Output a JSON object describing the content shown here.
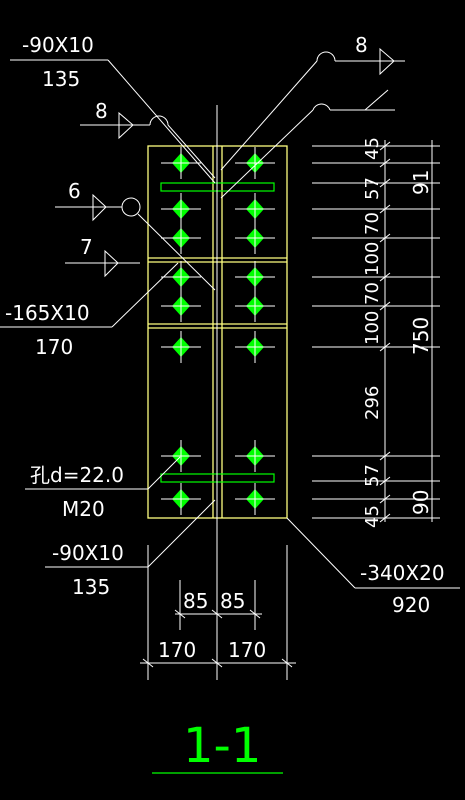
{
  "plate_labels": {
    "top_left_size": "-90X10",
    "top_left_len": "135",
    "mid_left_size": "-165X10",
    "mid_left_len": "170",
    "bottom_left_size": "-90X10",
    "bottom_left_len": "135",
    "bottom_right_size": "-340X20",
    "bottom_right_len": "920"
  },
  "hole_labels": {
    "hole": "孔d=22.0",
    "bolt": "M20"
  },
  "weld_marks": {
    "top_right": "8",
    "top_left": "8",
    "left_6": "6",
    "left_7": "7"
  },
  "right_dims": [
    "45",
    "57",
    "70",
    "100",
    "70",
    "100",
    "296",
    "57",
    "45"
  ],
  "right_overall": {
    "top": "91",
    "total": "750",
    "bottom": "90"
  },
  "bottom_dims": {
    "inner_left": "85",
    "inner_right": "85",
    "outer_left": "170",
    "outer_right": "170"
  },
  "section_title": "1-1",
  "colors": {
    "background": "#000000",
    "lines": "#ffffff",
    "plate": "#ffff80",
    "bolts": "#00ff00"
  }
}
